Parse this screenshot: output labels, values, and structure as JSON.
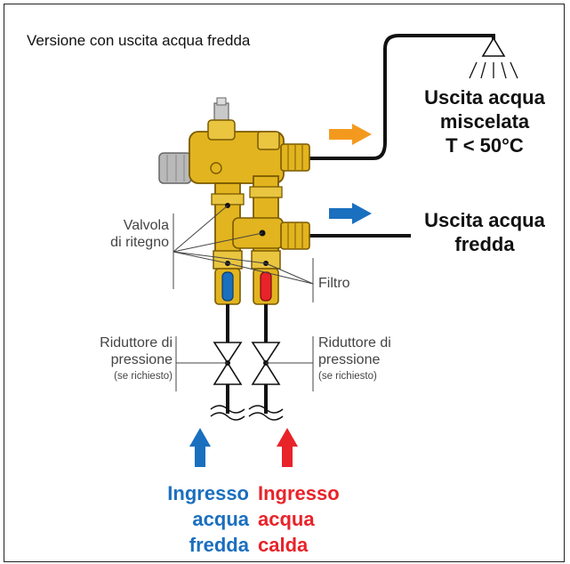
{
  "title": "Versione con uscita acqua fredda",
  "outlets": {
    "mixed": [
      "Uscita acqua",
      "miscelata",
      "T < 50°C"
    ],
    "cold": [
      "Uscita acqua",
      "fredda"
    ]
  },
  "components": {
    "check_valve": [
      "Valvola",
      "di ritegno"
    ],
    "filter": "Filtro",
    "reducer_left": [
      "Riduttore di",
      "pressione",
      "(se richiesto)"
    ],
    "reducer_right": [
      "Riduttore di",
      "pressione",
      "(se richiesto)"
    ]
  },
  "inlets": {
    "cold": [
      "Ingresso",
      "acqua",
      "fredda"
    ],
    "hot": [
      "Ingresso",
      "acqua",
      "calda"
    ]
  },
  "colors": {
    "cold": "#1a6fbf",
    "hot": "#e8232a",
    "arrow_mixed": "#f39a1e",
    "brass": "#e2b41f"
  },
  "icons": [
    "shower-head-icon",
    "gate-valve-icon",
    "flow-arrow-icon"
  ]
}
